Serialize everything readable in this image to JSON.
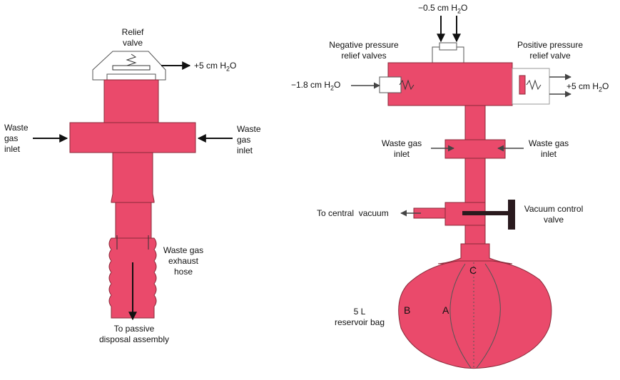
{
  "colors": {
    "scavenger": "#ea4a6b",
    "outline": "#8a2a3a",
    "ink": "#111111"
  },
  "left_panel": {
    "relief_valve": "Relief\nvalve",
    "relief_pressure": "+5 cm H",
    "relief_pressure_sub": "2",
    "relief_pressure_end": "O",
    "waste_gas_inlet_left": "Waste\ngas\ninlet",
    "waste_gas_inlet_right": "Waste\ngas\ninlet",
    "exhaust_hose": "Waste gas\nexhaust\nhose",
    "disposal": "To passive\ndisposal assembly"
  },
  "right_panel": {
    "top_pressure": "−0.5 cm H",
    "top_pressure_sub": "2",
    "top_pressure_end": "O",
    "negative_valves": "Negative pressure\nrelief valves",
    "positive_valve": "Positive pressure\nrelief valve",
    "neg_pressure": "−1.8 cm H",
    "neg_pressure_sub": "2",
    "neg_pressure_end": "O",
    "pos_pressure": "+5 cm H",
    "pos_pressure_sub": "2",
    "pos_pressure_end": "O",
    "waste_gas_inlet_left": "Waste gas\ninlet",
    "waste_gas_inlet_right": "Waste gas\ninlet",
    "central_vacuum": "To central  vacuum",
    "vacuum_control": "Vacuum control\nvalve",
    "reservoir_bag": "5 L\nreservoir bag",
    "label_a": "A",
    "label_b": "B",
    "label_c": "C"
  }
}
